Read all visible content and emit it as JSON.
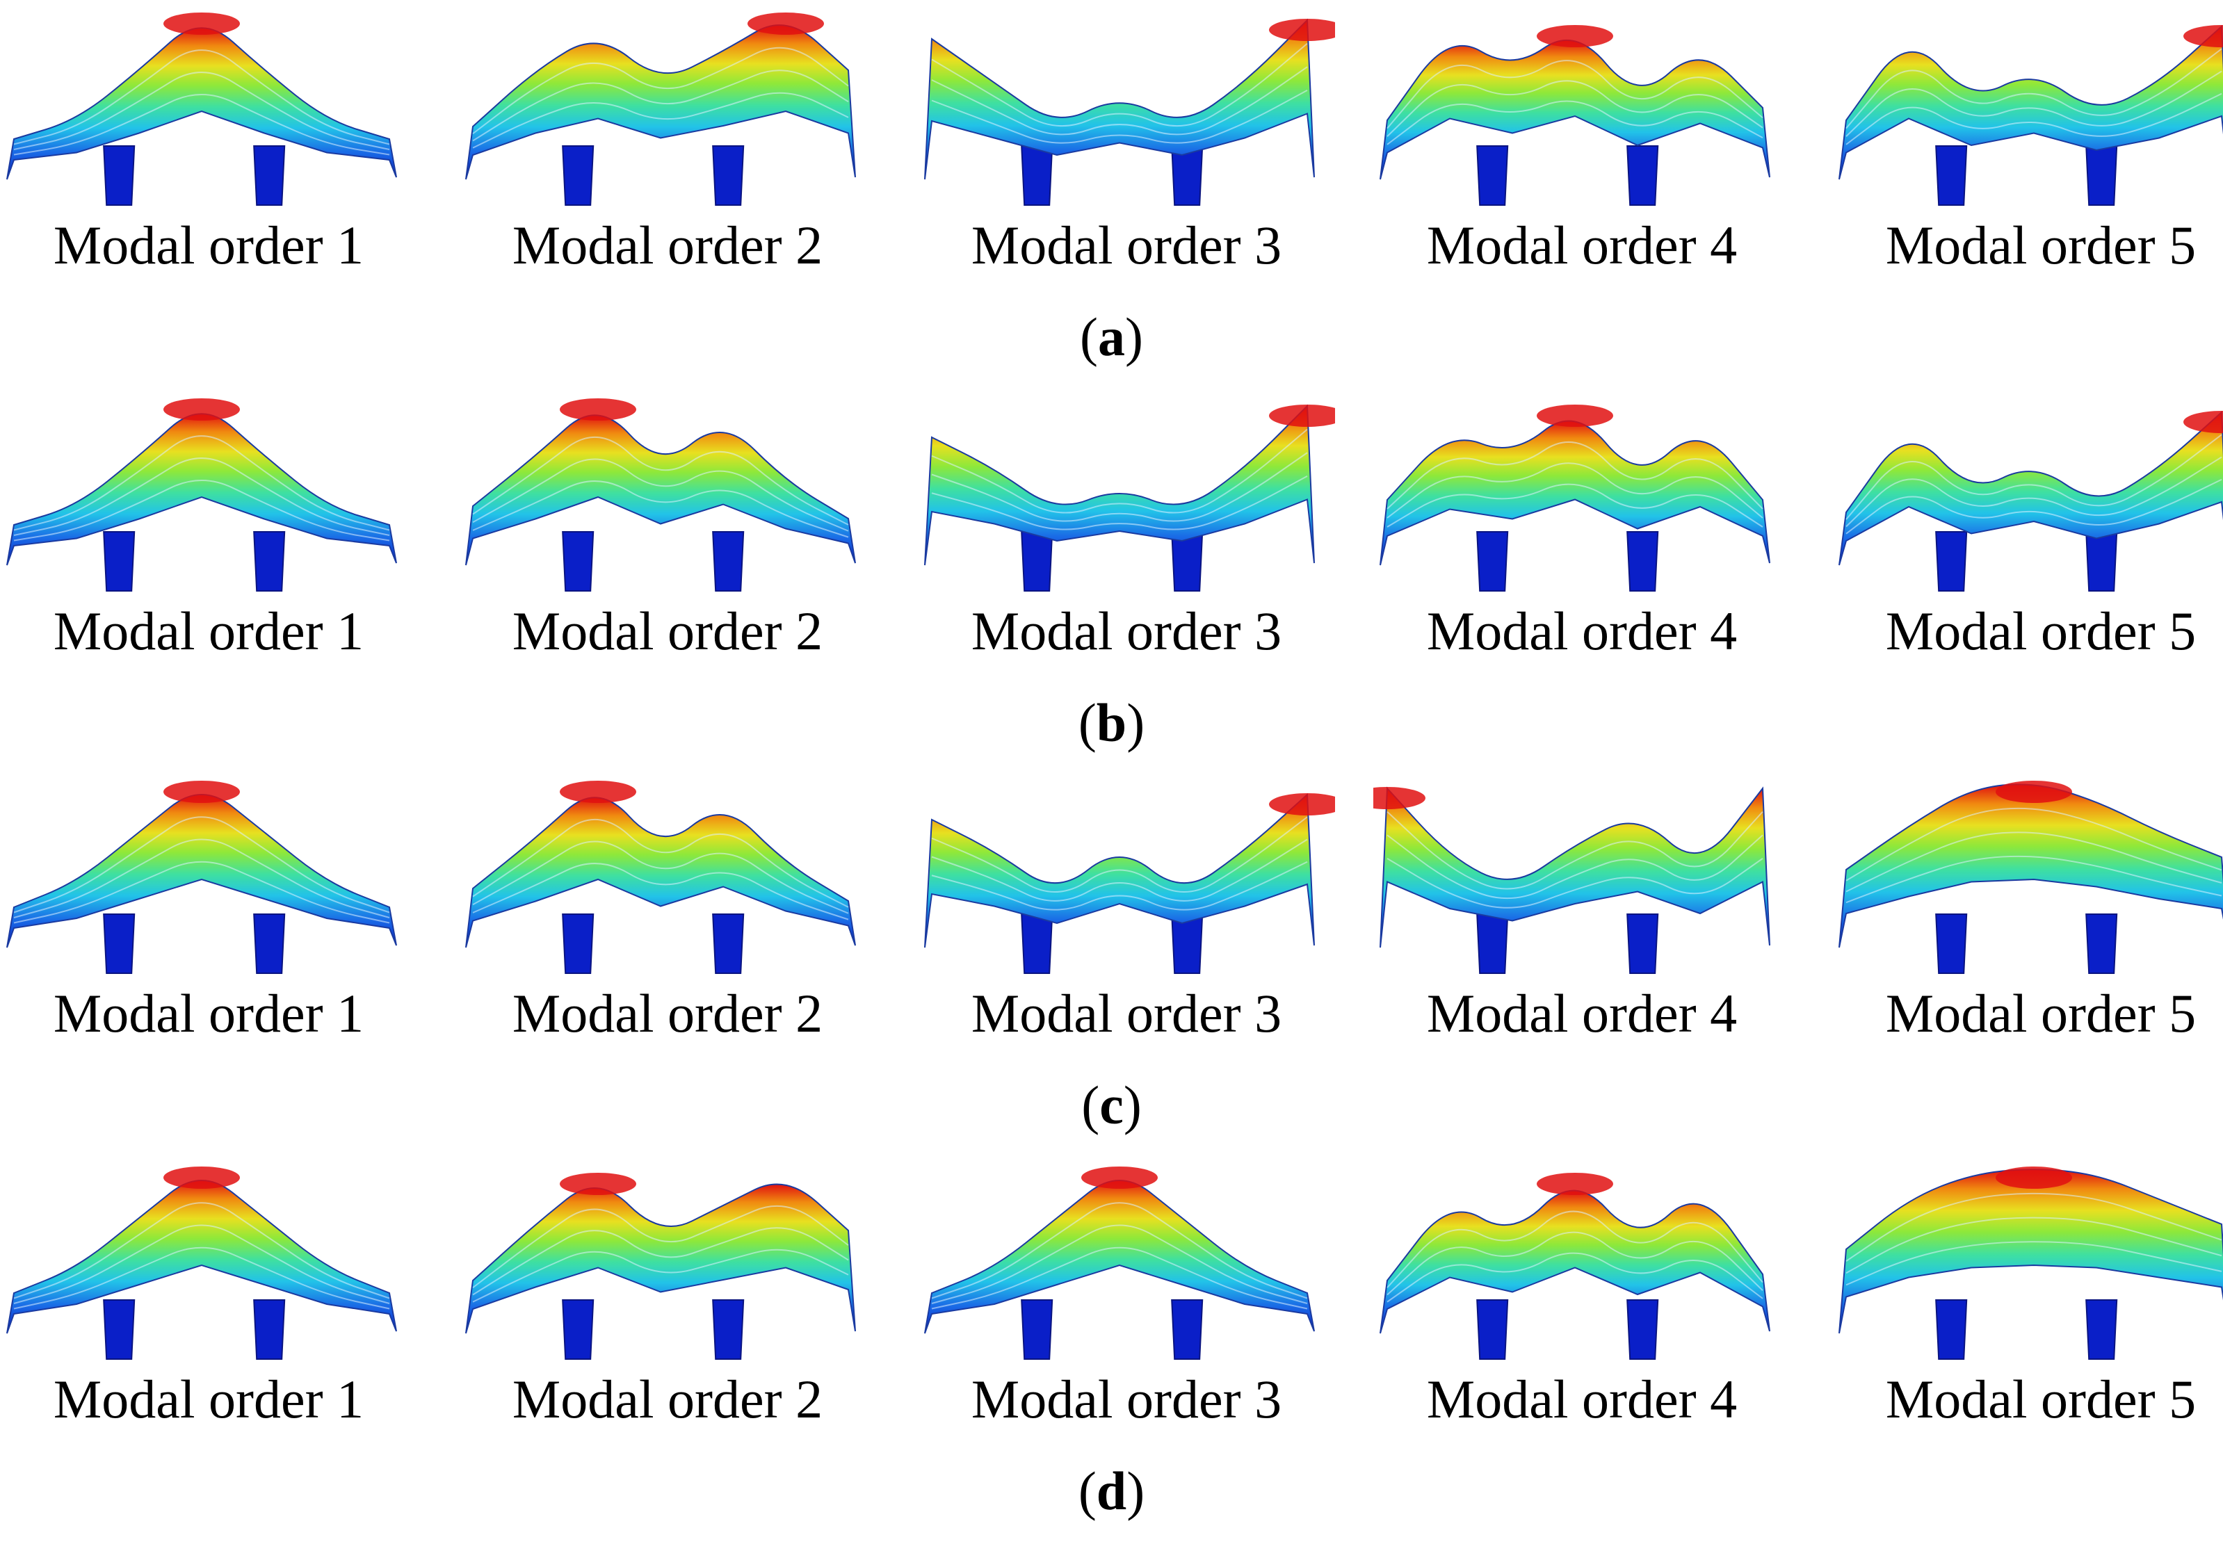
{
  "colormap": [
    "#0a1fc8",
    "#1a6be6",
    "#22c3e8",
    "#3fe0a0",
    "#8ee83a",
    "#e8e020",
    "#f08a10",
    "#e01010"
  ],
  "rows": [
    {
      "tag": "a",
      "cells": [
        {
          "label": "Modal order 1",
          "mode": 1,
          "bulge": [
            0,
            0.15,
            0.55,
            1.0,
            0.55,
            0.15,
            0
          ]
        },
        {
          "label": "Modal order 2",
          "mode": 2,
          "bulge": [
            0.1,
            0.55,
            0.85,
            0.45,
            0.7,
            1.0,
            0.55
          ]
        },
        {
          "label": "Modal order 3",
          "mode": 3,
          "bulge": [
            0.8,
            0.45,
            0.1,
            0.35,
            0.1,
            0.45,
            0.95
          ]
        },
        {
          "label": "Modal order 4",
          "mode": 4,
          "bulge": [
            0.15,
            0.85,
            0.55,
            0.9,
            0.3,
            0.75,
            0.25
          ]
        },
        {
          "label": "Modal order 5",
          "mode": 5,
          "bulge": [
            0.15,
            0.85,
            0.3,
            0.55,
            0.2,
            0.45,
            0.9
          ]
        }
      ]
    },
    {
      "tag": "b",
      "cells": [
        {
          "label": "Modal order 1",
          "mode": 1,
          "bulge": [
            0,
            0.15,
            0.55,
            1.0,
            0.55,
            0.15,
            0
          ]
        },
        {
          "label": "Modal order 2",
          "mode": 2,
          "bulge": [
            0.15,
            0.55,
            1.0,
            0.45,
            0.85,
            0.35,
            0.05
          ]
        },
        {
          "label": "Modal order 3",
          "mode": 3,
          "bulge": [
            0.7,
            0.45,
            0.1,
            0.3,
            0.1,
            0.45,
            0.95
          ]
        },
        {
          "label": "Modal order 4",
          "mode": 4,
          "bulge": [
            0.2,
            0.75,
            0.55,
            0.95,
            0.35,
            0.8,
            0.2
          ]
        },
        {
          "label": "Modal order 5",
          "mode": 5,
          "bulge": [
            0.1,
            0.8,
            0.25,
            0.5,
            0.15,
            0.45,
            0.9
          ]
        }
      ]
    },
    {
      "tag": "c",
      "cells": [
        {
          "label": "Modal order 1",
          "mode": 1,
          "bulge": [
            0,
            0.2,
            0.6,
            1.0,
            0.6,
            0.2,
            0
          ]
        },
        {
          "label": "Modal order 2",
          "mode": 2,
          "bulge": [
            0.15,
            0.55,
            1.0,
            0.45,
            0.85,
            0.35,
            0.05
          ]
        },
        {
          "label": "Modal order 3",
          "mode": 3,
          "bulge": [
            0.7,
            0.45,
            0.1,
            0.5,
            0.1,
            0.45,
            0.9
          ]
        },
        {
          "label": "Modal order 4",
          "mode": 4,
          "bulge": [
            0.95,
            0.4,
            0.15,
            0.5,
            0.75,
            0.3,
            0.95
          ]
        },
        {
          "label": "Modal order 5",
          "mode": 5,
          "bulge": [
            0.3,
            0.65,
            0.95,
            1.0,
            0.85,
            0.6,
            0.4
          ]
        }
      ]
    },
    {
      "tag": "d",
      "cells": [
        {
          "label": "Modal order 1",
          "mode": 1,
          "bulge": [
            0,
            0.2,
            0.6,
            1.0,
            0.6,
            0.2,
            0
          ]
        },
        {
          "label": "Modal order 2",
          "mode": 2,
          "bulge": [
            0.1,
            0.55,
            0.95,
            0.45,
            0.7,
            0.95,
            0.5
          ]
        },
        {
          "label": "Modal order 3",
          "mode": 3,
          "bulge": [
            0,
            0.2,
            0.6,
            1.0,
            0.6,
            0.2,
            0
          ]
        },
        {
          "label": "Modal order 4",
          "mode": 4,
          "bulge": [
            0.1,
            0.75,
            0.45,
            0.95,
            0.4,
            0.85,
            0.15
          ]
        },
        {
          "label": "Modal order 5",
          "mode": 5,
          "bulge": [
            0.35,
            0.75,
            0.95,
            1.0,
            0.95,
            0.75,
            0.55
          ]
        }
      ]
    }
  ]
}
